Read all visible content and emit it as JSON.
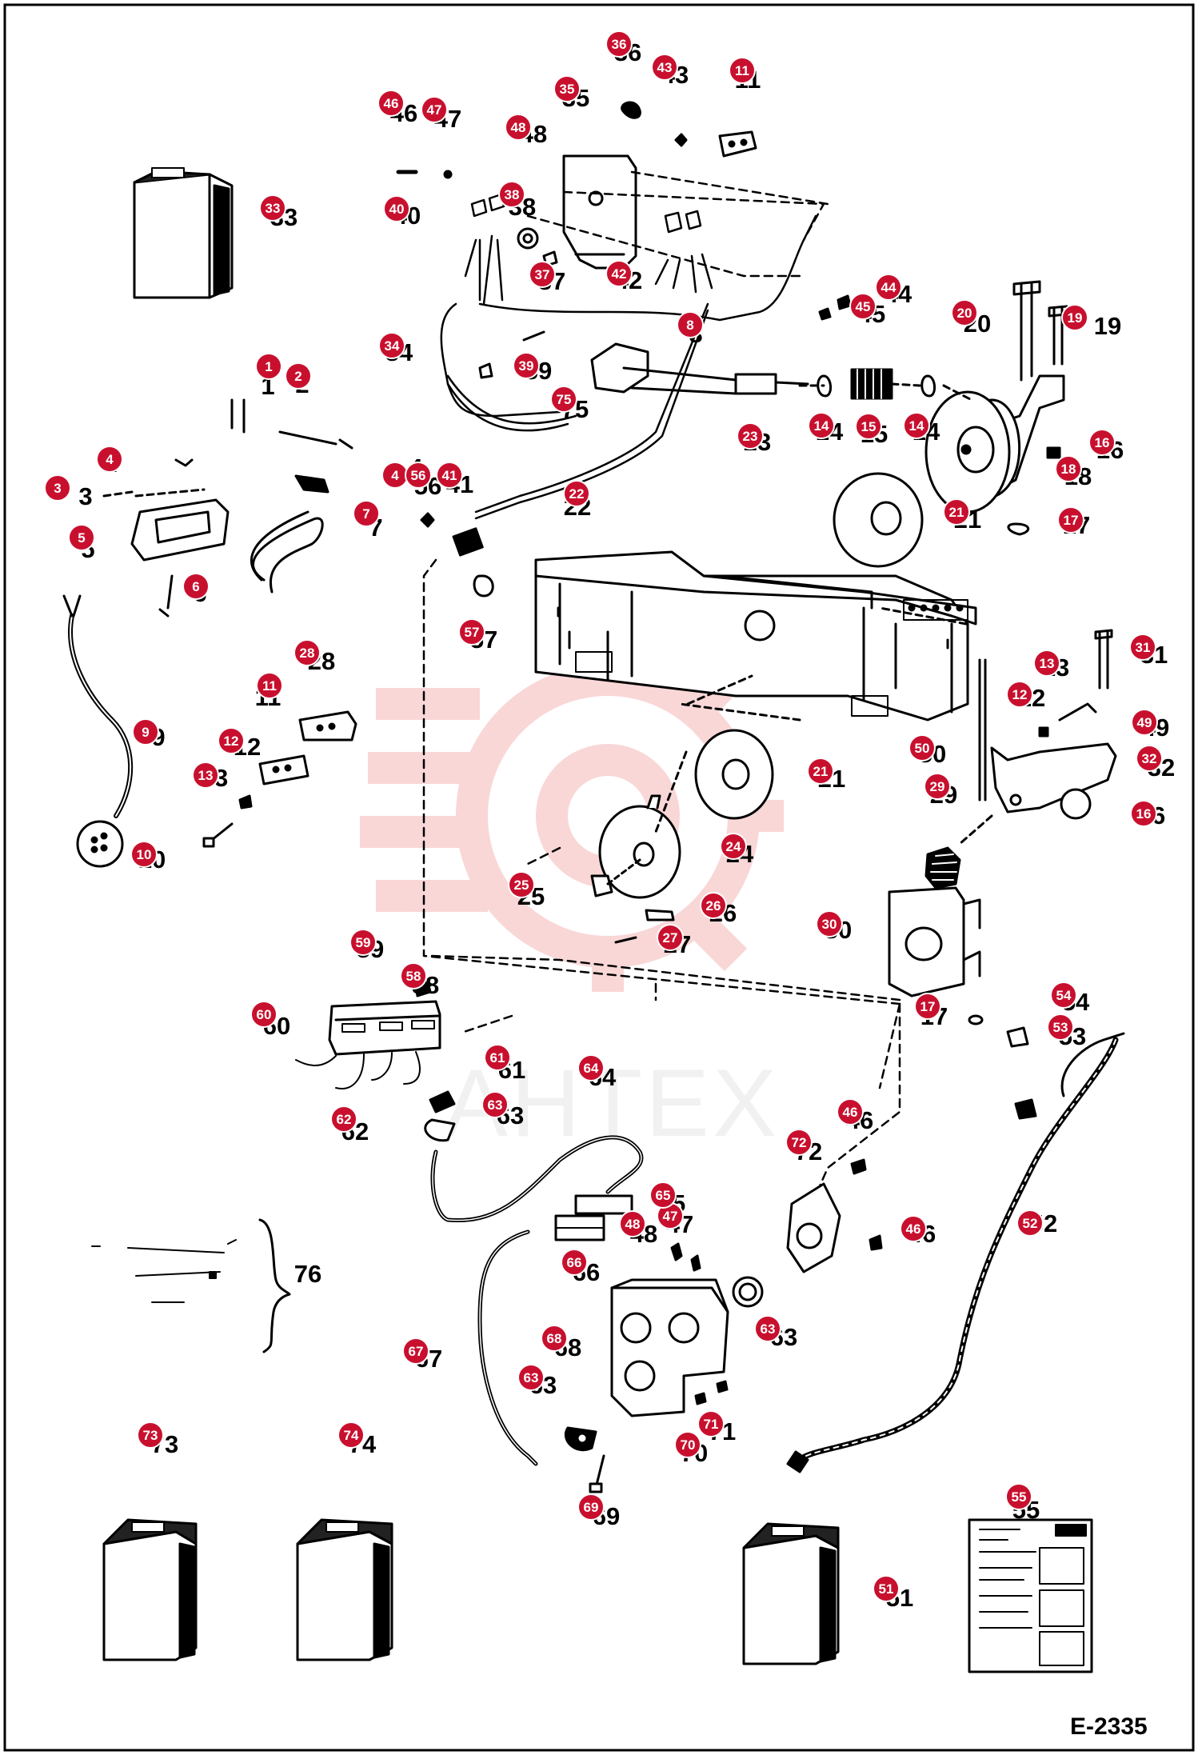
{
  "drawing_number": "E-2335",
  "watermark_text": "AHTEX",
  "accent_color": "#c8102e",
  "callouts": [
    "1",
    "2",
    "3",
    "4",
    "5",
    "6",
    "7",
    "8",
    "9",
    "10",
    "11",
    "12",
    "13",
    "14",
    "15",
    "16",
    "17",
    "18",
    "19",
    "20",
    "21",
    "22",
    "23",
    "24",
    "25",
    "26",
    "27",
    "28",
    "29",
    "30",
    "31",
    "32",
    "33",
    "34",
    "35",
    "36",
    "37",
    "38",
    "39",
    "40",
    "41",
    "42",
    "43",
    "44",
    "45",
    "46",
    "47",
    "48",
    "49",
    "50",
    "51",
    "52",
    "53",
    "54",
    "55",
    "56",
    "57",
    "58",
    "59",
    "60",
    "61",
    "62",
    "63",
    "64",
    "65",
    "66",
    "67",
    "68",
    "69",
    "70",
    "71",
    "72",
    "73",
    "74",
    "75",
    "76"
  ]
}
